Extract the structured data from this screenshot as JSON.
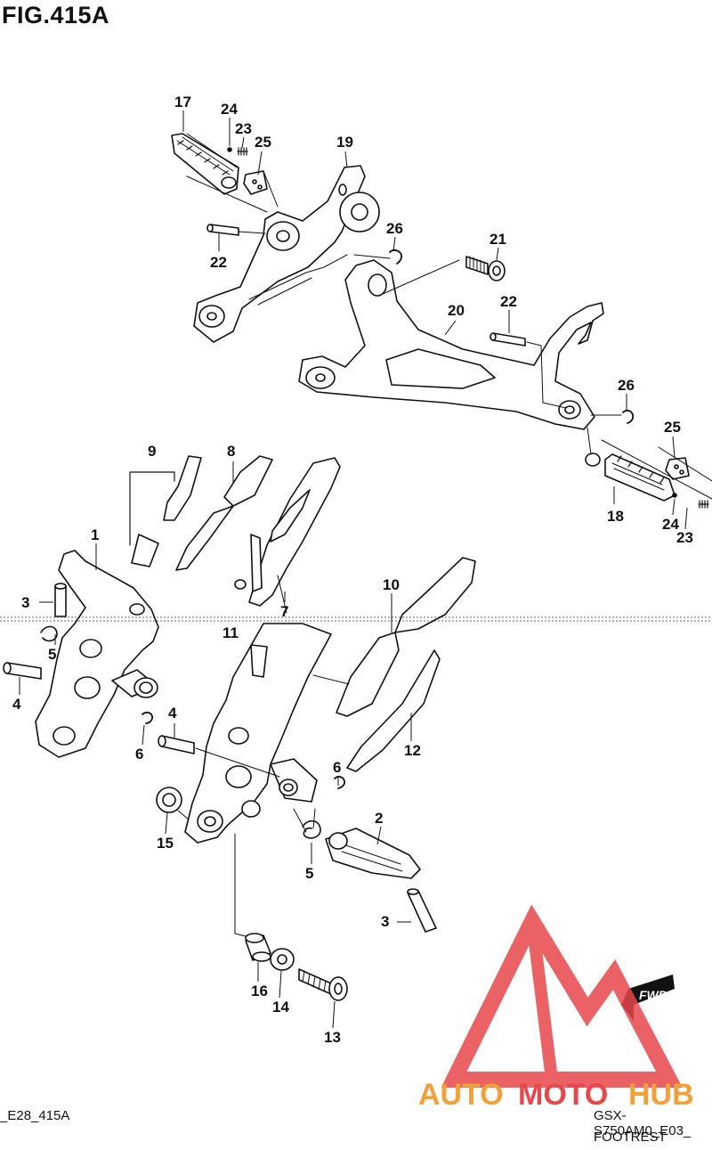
{
  "figure": {
    "title": "FIG.415A",
    "code_left": "_E28_415A",
    "model_code": "GSX-S750AM0_E03_",
    "section_name": "FOOTREST"
  },
  "watermark": {
    "brand_part1": "AUTO",
    "brand_part2": "MOTO",
    "brand_part3": "HUB",
    "color_primary": "#e8474b",
    "color_secondary": "#f2a13a"
  },
  "direction_badge": "FWD",
  "callouts": [
    {
      "id": "c17",
      "label": "17"
    },
    {
      "id": "c24a",
      "label": "24"
    },
    {
      "id": "c23a",
      "label": "23"
    },
    {
      "id": "c25a",
      "label": "25"
    },
    {
      "id": "c19",
      "label": "19"
    },
    {
      "id": "c26a",
      "label": "26"
    },
    {
      "id": "c22a",
      "label": "22"
    },
    {
      "id": "c21",
      "label": "21"
    },
    {
      "id": "c22b",
      "label": "22"
    },
    {
      "id": "c20",
      "label": "20"
    },
    {
      "id": "c26b",
      "label": "26"
    },
    {
      "id": "c25b",
      "label": "25"
    },
    {
      "id": "c18",
      "label": "18"
    },
    {
      "id": "c24b",
      "label": "24"
    },
    {
      "id": "c23b",
      "label": "23"
    },
    {
      "id": "c9",
      "label": "9"
    },
    {
      "id": "c8",
      "label": "8"
    },
    {
      "id": "c1",
      "label": "1"
    },
    {
      "id": "c3a",
      "label": "3"
    },
    {
      "id": "c7",
      "label": "7"
    },
    {
      "id": "c10",
      "label": "10"
    },
    {
      "id": "c5a",
      "label": "5"
    },
    {
      "id": "c4a",
      "label": "4"
    },
    {
      "id": "c4b",
      "label": "4"
    },
    {
      "id": "c6a",
      "label": "6"
    },
    {
      "id": "c12",
      "label": "12"
    },
    {
      "id": "c6b",
      "label": "6"
    },
    {
      "id": "c15",
      "label": "15"
    },
    {
      "id": "c2",
      "label": "2"
    },
    {
      "id": "c5b",
      "label": "5"
    },
    {
      "id": "c3b",
      "label": "3"
    },
    {
      "id": "c16",
      "label": "16"
    },
    {
      "id": "c14",
      "label": "14"
    },
    {
      "id": "c13",
      "label": "13"
    },
    {
      "id": "c11",
      "label": "11"
    }
  ]
}
